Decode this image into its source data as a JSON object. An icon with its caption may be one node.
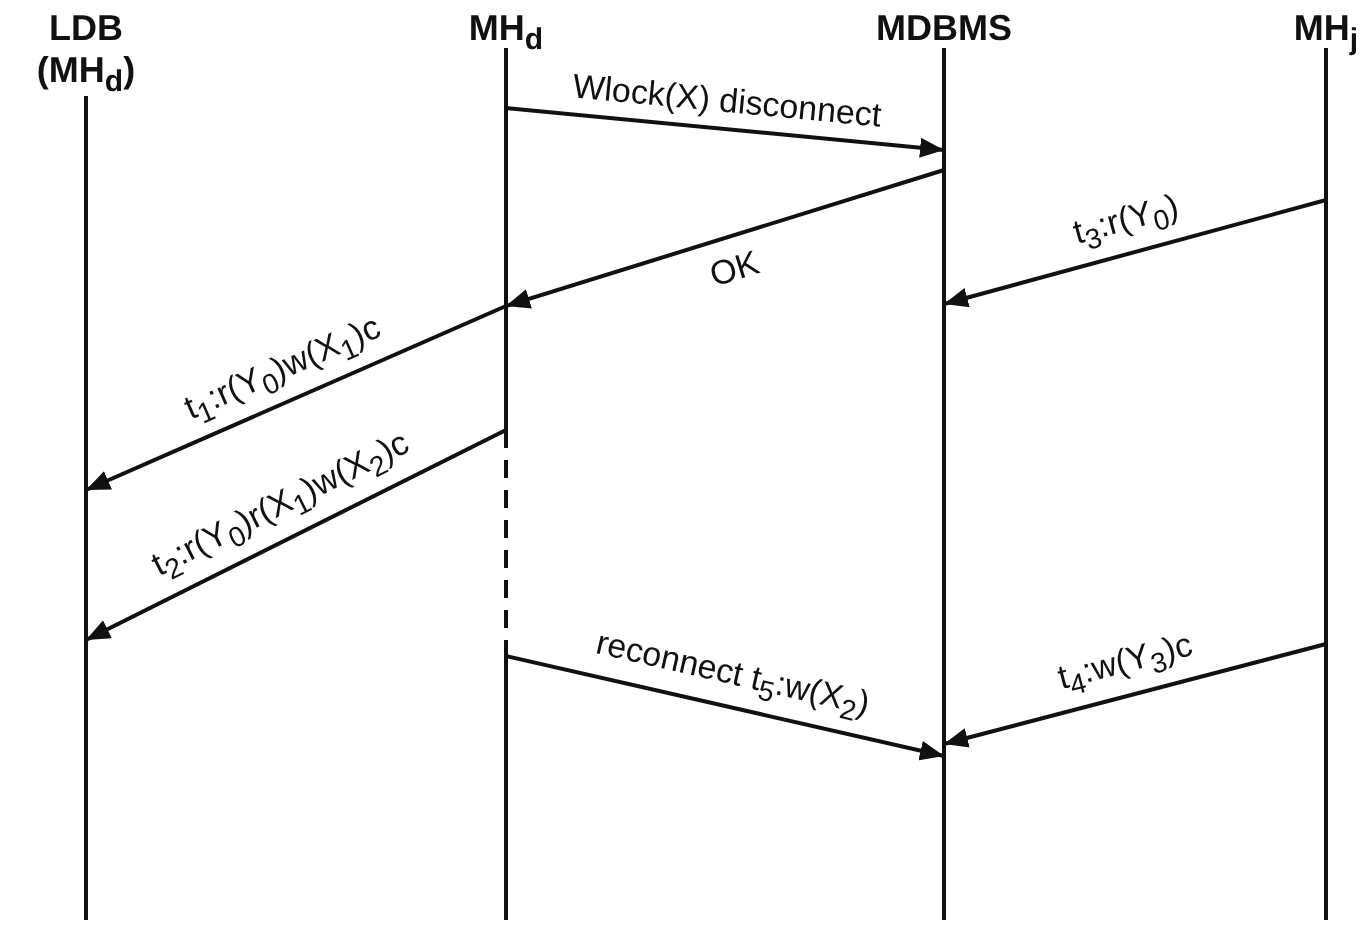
{
  "diagram": {
    "nodes": [
      {
        "text": [
          "LDB (MH$_{d}$)"
        ]
      },
      {
        "text": [
          "MH$_{d}$"
        ]
      },
      {
        "text": [
          "MDBMS"
        ]
      },
      {
        "text": [
          "MH$_{j}$"
        ]
      }
    ],
    "edges": [
      {
        "from": 1,
        "to": 2,
        "arrow": "to",
        "label": "Wlock(X) disconnect"
      },
      {
        "from": 2,
        "to": 1,
        "arrow": "to",
        "label": "OK"
      },
      {
        "from": 3,
        "to": 2,
        "arrow": "to",
        "label": "t$_{3}$:r(Y$_{0}$)"
      },
      {
        "from": 1,
        "to": 0,
        "arrow": "to",
        "label": "t$_{1}$:r(Y$_{0}$)w(X$_{1}$)c"
      },
      {
        "from": 1,
        "to": 0,
        "arrow": "to",
        "label": "t$_{2}$:r(Y$_{0}$)r(X$_{1}$)w(X$_{2}$)c"
      },
      {
        "from": 1,
        "to": 2,
        "arrow": "to",
        "label": "reconnect t$_{5}$:w(X$_{2}$)"
      },
      {
        "from": 3,
        "to": 2,
        "arrow": "to",
        "label": "t$_{4}$:w(Y$_{3}$)c"
      }
    ]
  }
}
